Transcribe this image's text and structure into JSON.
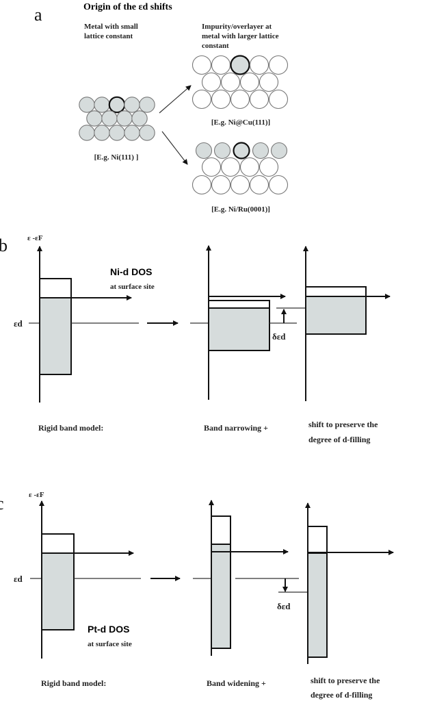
{
  "panel_a": {
    "letter": "a",
    "title": "Origin of the εd shifts",
    "left_caption": [
      "Metal with small",
      "lattice constant"
    ],
    "right_caption": [
      "Impurity/overlayer at",
      "metal with larger lattice",
      "constant"
    ],
    "example_left": "[E.g. Ni(111) ]",
    "example_top": "[E.g. Ni@Cu(111)]",
    "example_bottom": "[E.g. Ni/Ru(0001)]"
  },
  "panel_b": {
    "letter": "b",
    "axis_label": "ε -εF",
    "ed_label": "εd",
    "dos_title": "Ni-d DOS",
    "dos_sub": "at surface site",
    "shift_label": "δεd",
    "caption_1": "Rigid band model:",
    "caption_2": "Band narrowing +",
    "caption_3": [
      "shift to preserve the",
      "degree of d-filling"
    ]
  },
  "panel_c": {
    "letter": "c",
    "axis_label": "ε -εF",
    "ed_label": "εd",
    "dos_title": "Pt-d DOS",
    "dos_sub": "at surface site",
    "shift_label": "δεd",
    "caption_1": "Rigid band model:",
    "caption_2": "Band widening +",
    "caption_3": [
      "shift to preserve the",
      "degree of d-filling"
    ]
  },
  "colors": {
    "filled": "#d6dcdc",
    "line": "#111111"
  }
}
